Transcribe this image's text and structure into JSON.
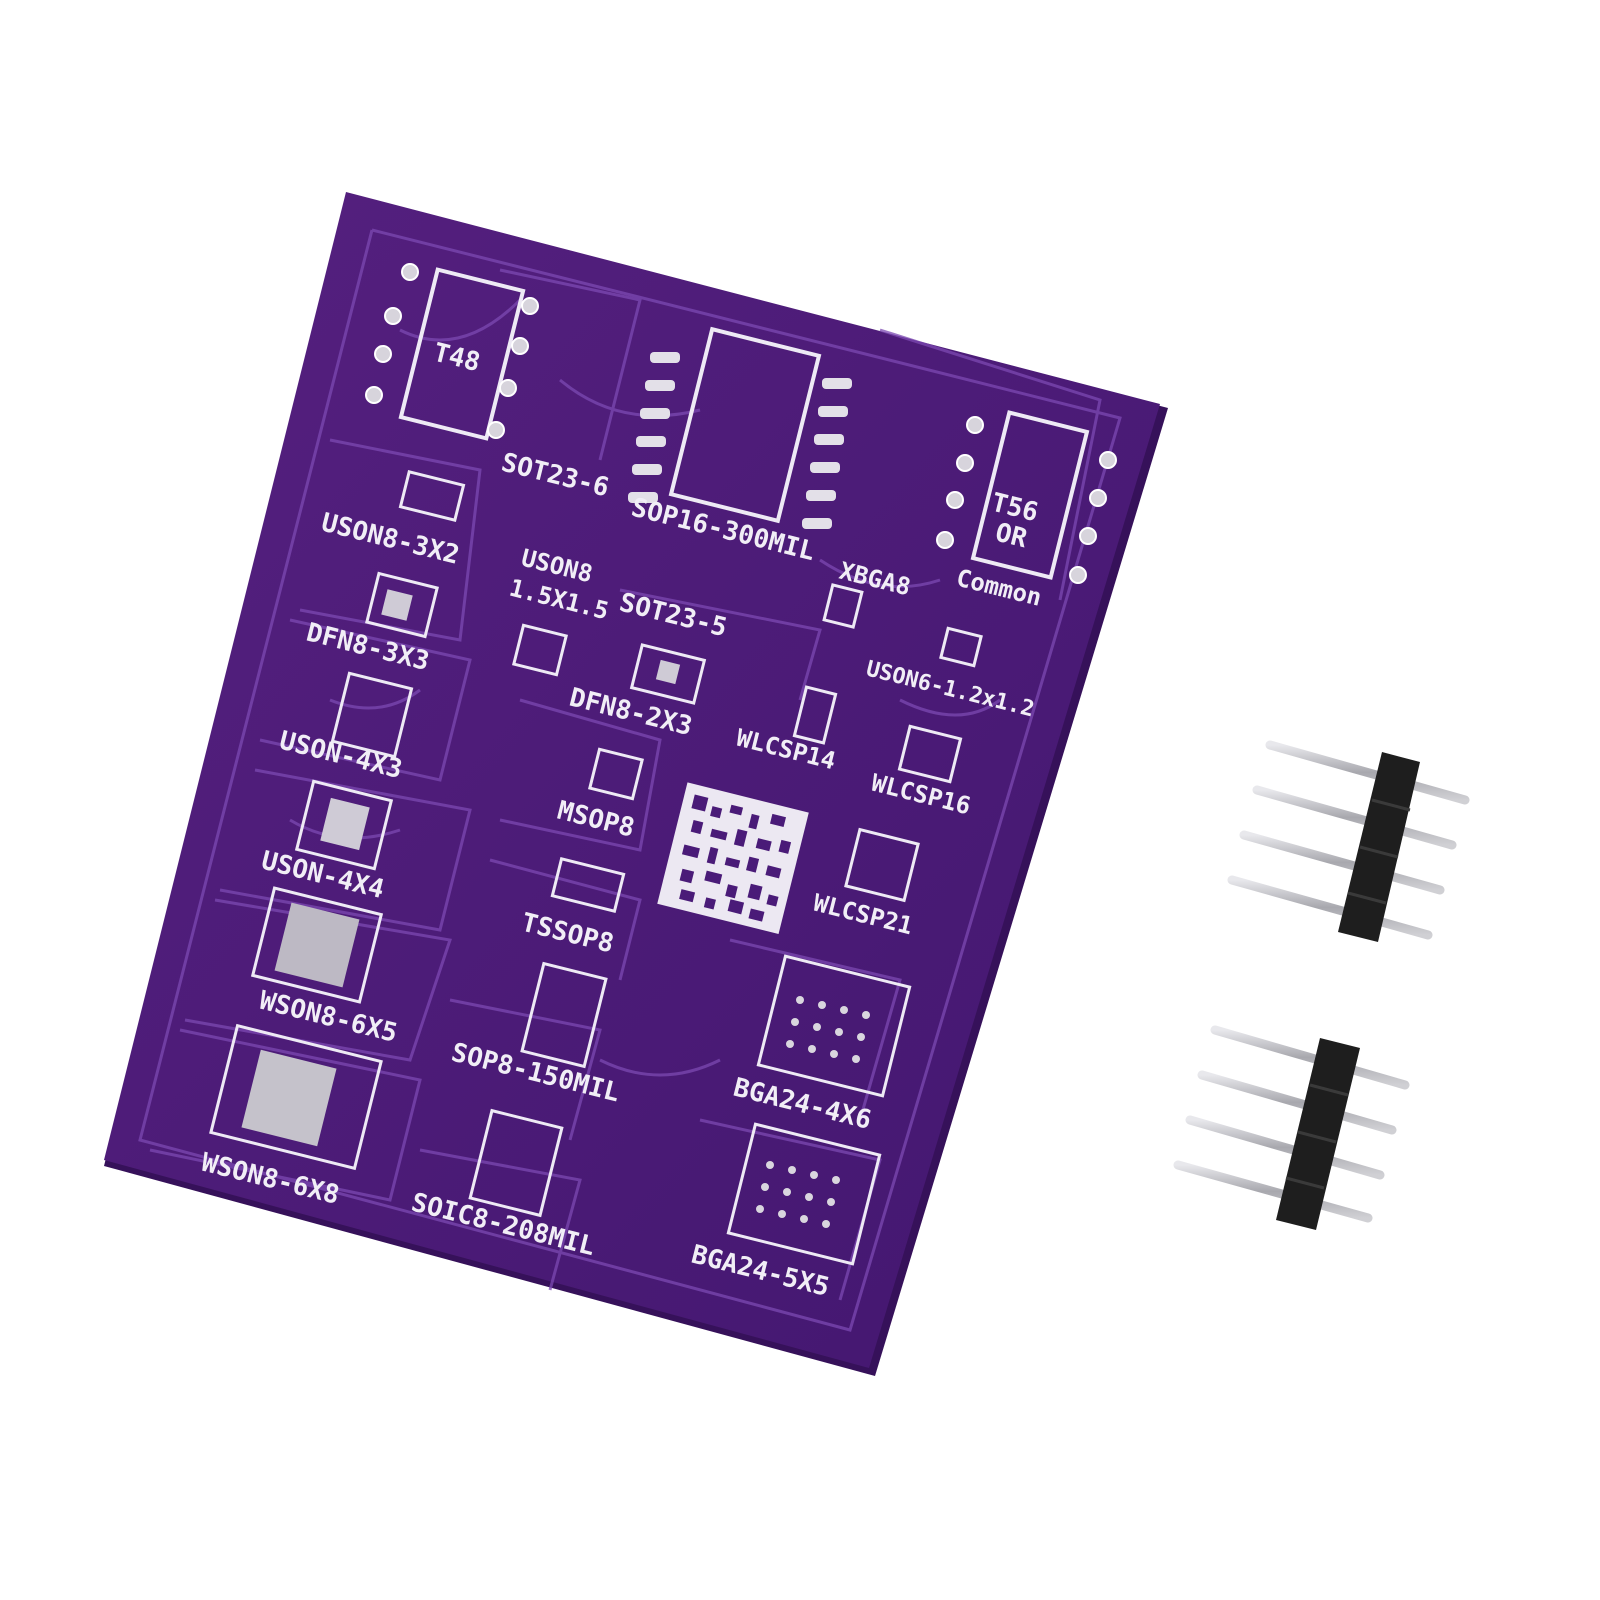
{
  "colors": {
    "background": "#ffffff",
    "board": "#4a1b78",
    "board_edge": "#3a135f",
    "trace": "#7a46b0",
    "silkscreen": "#f1eef6",
    "pad": "#d9d6de",
    "header_plastic": "#1e1e1e",
    "header_pin": "#c8c8cc"
  },
  "board": {
    "labels": {
      "t48": "T48",
      "sot23_6": "SOT23-6",
      "sop16": "SOP16-300MIL",
      "uson8_3x2": "USON8-3X2",
      "uson8_15_a": "USON8",
      "uson8_15_b": "1.5X1.5",
      "xbga8": "XBGA8",
      "t56_a": "T56",
      "t56_b": "OR",
      "t56_c": "Common",
      "dfn8_3x3": "DFN8-3X3",
      "sot23_5": "SOT23-5",
      "uson6": "USON6-1.2x1.2",
      "dfn8_2x3": "DFN8-2X3",
      "wlcsp14": "WLCSP14",
      "uson_4x3": "USON-4X3",
      "wlcsp16": "WLCSP16",
      "msop8": "MSOP8",
      "uson_4x4": "USON-4X4",
      "tssop8": "TSSOP8",
      "wlcsp21": "WLCSP21",
      "wson8_6x5": "WSON8-6X5",
      "sop8_150": "SOP8-150MIL",
      "bga24_4x6": "BGA24-4X6",
      "wson8_6x8": "WSON8-6X8",
      "soic8_208": "SOIC8-208MIL",
      "bga24_5x5": "BGA24-5X5"
    }
  },
  "headers": [
    {
      "pins": 4
    },
    {
      "pins": 4
    }
  ]
}
